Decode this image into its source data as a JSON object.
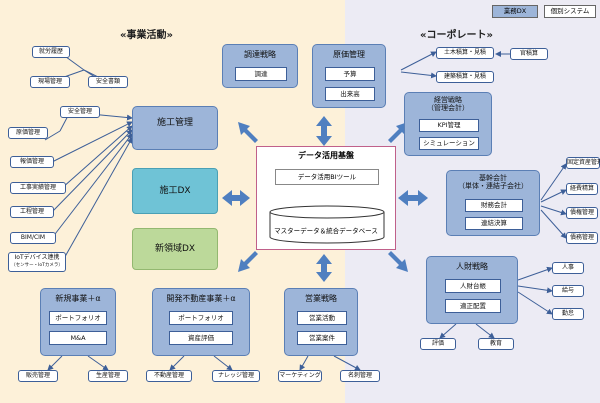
{
  "legend": {
    "business_dx": "業務DX",
    "individual_system": "個別システム"
  },
  "sections": {
    "business": "«事業活動»",
    "corporate": "«コーポレート»"
  },
  "center": {
    "title": "データ活用基盤",
    "bi_tool": "データ活用BIツール",
    "database": "マスターデータ＆統合データベース"
  },
  "procurement": {
    "title": "調達戦略",
    "item": "調達"
  },
  "cost": {
    "title": "原価管理",
    "items": [
      "予算",
      "出来高"
    ]
  },
  "estimate_systems": [
    "土木積算・見積",
    "建築積算・見積"
  ],
  "estimate_source": "官積算",
  "management": {
    "title": "経営戦略\n（管理会計）",
    "items": [
      "KPI管理",
      "シミュレーション"
    ]
  },
  "accounting": {
    "title": "基幹会計\n（単体・連結子会社）",
    "items": [
      "財務会計",
      "連結決算"
    ]
  },
  "accounting_systems": [
    "固定資産管理",
    "経費精算",
    "債権管理",
    "債務管理"
  ],
  "hr": {
    "title": "人財戦略",
    "items": [
      "人財台帳",
      "適正配置"
    ]
  },
  "hr_systems": [
    "人事",
    "給与",
    "勤怠"
  ],
  "hr_bottom": [
    "評価",
    "教育"
  ],
  "construction": {
    "title": "施工管理"
  },
  "construction_systems": [
    "就労履歴",
    "現場管理",
    "安全書類",
    "安全管理",
    "原価管理",
    "報価管理",
    "工事実績管理",
    "工程管理",
    "BIM/CIM"
  ],
  "iot": {
    "line1": "IoTデバイス連携",
    "line2": "（センサー・IoTカメラ）"
  },
  "construction_dx": "施工DX",
  "new_domain_dx": "新領域DX",
  "new_business": {
    "title": "新規事業＋α",
    "items": [
      "ポートフォリオ",
      "M&A"
    ]
  },
  "new_business_systems": [
    "販売管理",
    "生産管理"
  ],
  "real_estate": {
    "title": "開発不動産事業＋α",
    "items": [
      "ポートフォリオ",
      "資産評価"
    ]
  },
  "real_estate_systems": [
    "不動産管理",
    "ナレッジ管理"
  ],
  "sales": {
    "title": "営業戦略",
    "items": [
      "営業活動",
      "営業案件"
    ]
  },
  "sales_systems": [
    "マーケティング",
    "名刺管理"
  ],
  "colors": {
    "left_bg": "#fdf1d9",
    "right_bg": "#ecebf4",
    "group_fill": "#9db5d9",
    "arrow": "#4f7fc0",
    "dx_teal": "#6fc3d6",
    "dx_green": "#bcd99a",
    "center_border": "#c0608a"
  }
}
